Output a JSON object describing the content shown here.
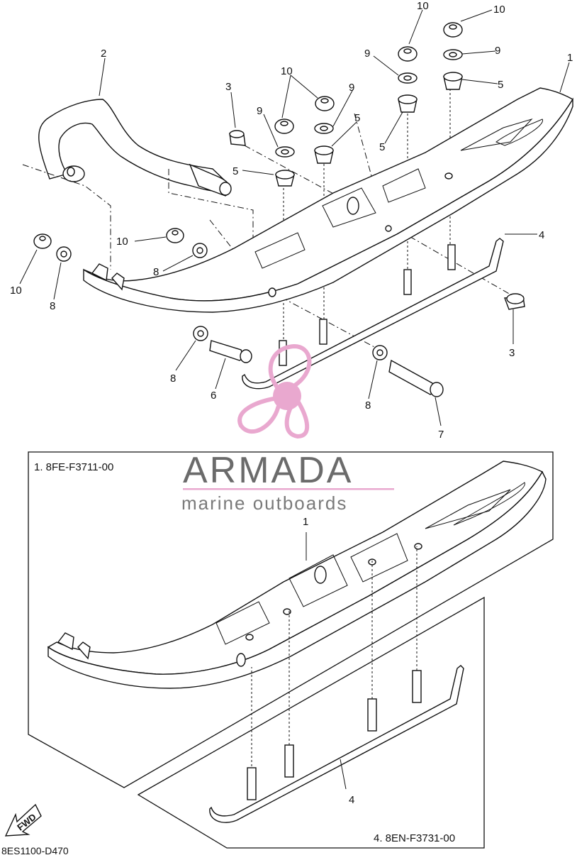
{
  "diagram": {
    "drawing_code": "8ES1100-D470",
    "inset_1_part_number": "1. 8FE-F3711-00",
    "inset_4_part_number": "4. 8EN-F3731-00",
    "fwd_label": "FWD",
    "watermark": {
      "brand": "ARMADA",
      "subtitle": "marine outboards",
      "color": "#e9a8cf"
    },
    "callouts": {
      "c1_main": "1",
      "c2": "2",
      "c3_left": "3",
      "c3_right": "3",
      "c4_main": "4",
      "c5_a": "5",
      "c5_b": "5",
      "c5_c": "5",
      "c5_d": "5",
      "c6": "6",
      "c7": "7",
      "c8_a": "8",
      "c8_b": "8",
      "c8_c": "8",
      "c8_d": "8",
      "c9_a": "9",
      "c9_b": "9",
      "c9_c": "9",
      "c9_d": "9",
      "c10_a": "10",
      "c10_b": "10",
      "c10_c": "10",
      "c10_d": "10",
      "c10_e": "10",
      "c1_inset": "1",
      "c4_inset": "4"
    }
  }
}
